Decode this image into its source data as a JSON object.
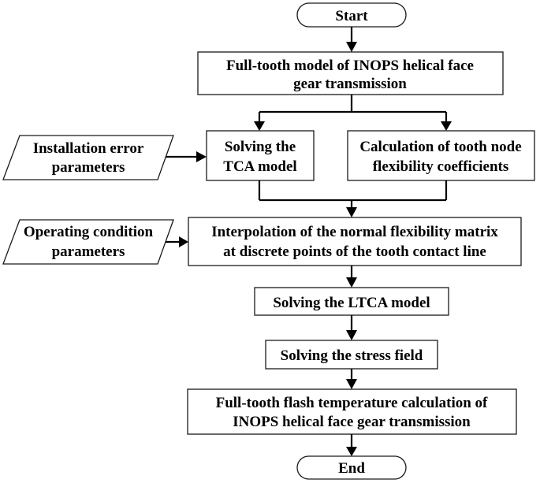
{
  "nodes": {
    "start": "Start",
    "model": {
      "line1": "Full-tooth model of INOPS helical face",
      "line2": "gear transmission"
    },
    "install": {
      "line1": "Installation error",
      "line2": "parameters"
    },
    "tca": {
      "line1": "Solving the",
      "line2": "TCA model"
    },
    "flex": {
      "line1": "Calculation of tooth node",
      "line2": "flexibility coefficients"
    },
    "operating": {
      "line1": "Operating condition",
      "line2": "parameters"
    },
    "interp": {
      "line1": "Interpolation of the normal flexibility matrix",
      "line2": "at discrete points of the tooth contact line"
    },
    "ltca": "Solving the LTCA model",
    "stress": "Solving the stress field",
    "flash": {
      "line1": "Full-tooth flash temperature calculation of",
      "line2": "INOPS helical face gear transmission"
    },
    "end": "End"
  }
}
